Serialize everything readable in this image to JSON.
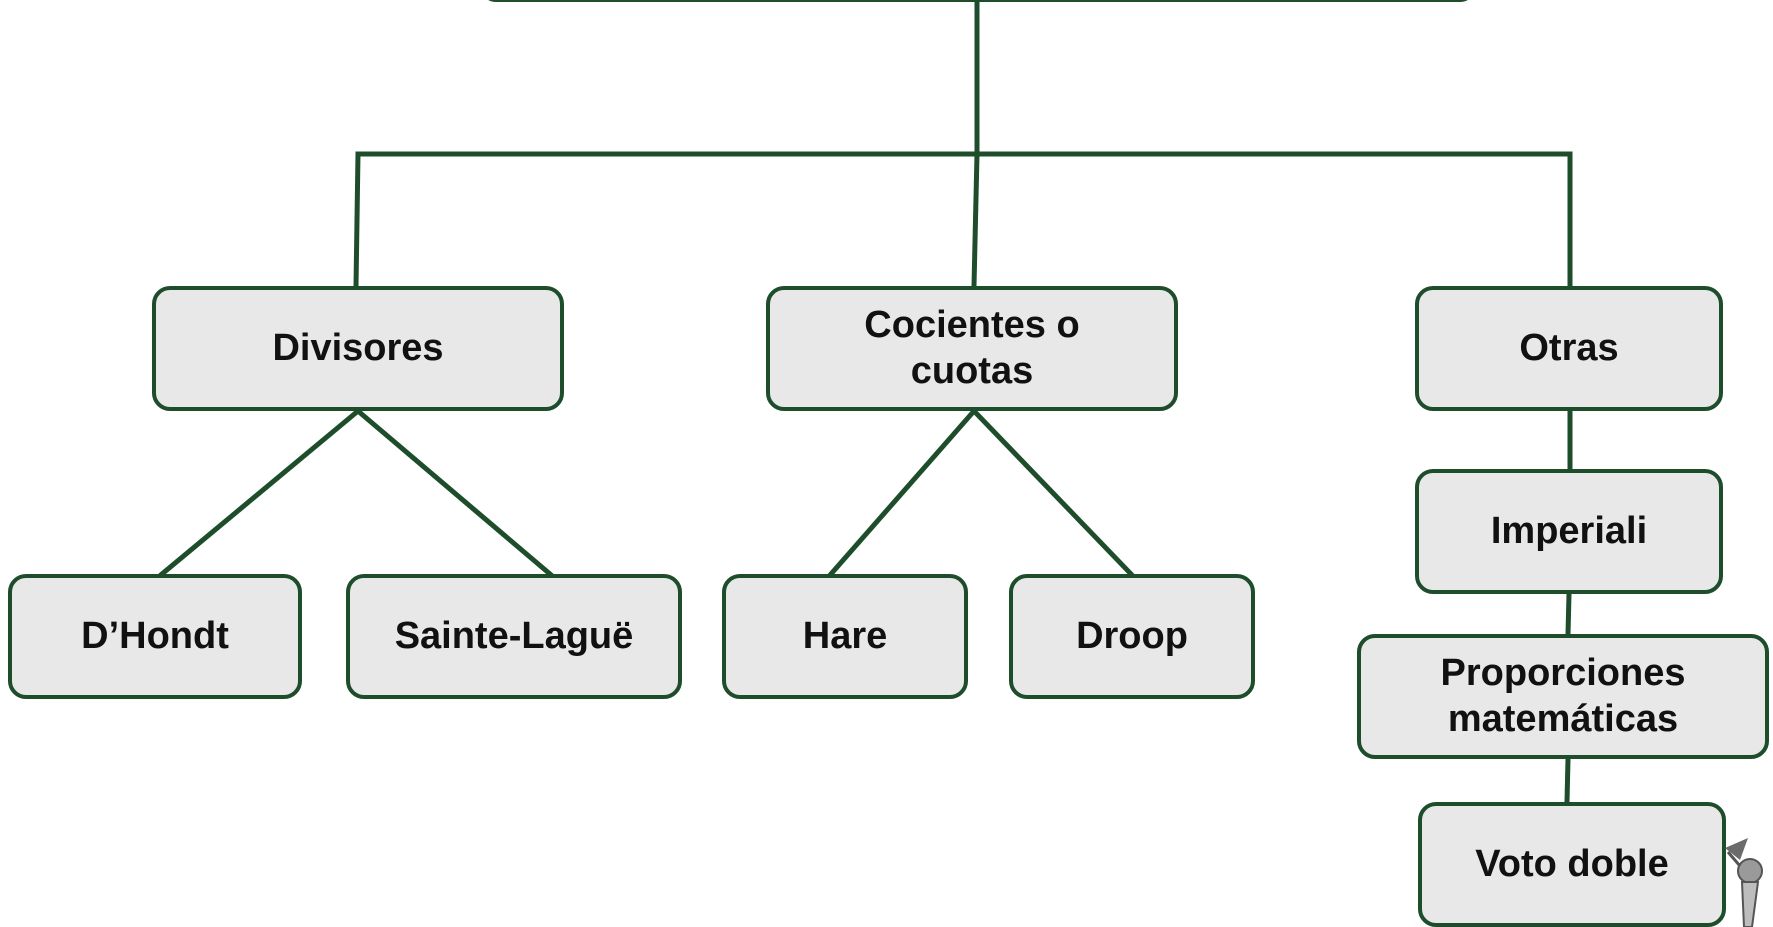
{
  "diagram": {
    "root": {
      "label": ""
    },
    "categories": [
      {
        "id": "divisores",
        "label": "Divisores",
        "children": [
          "D’Hondt",
          "Sainte-Laguë"
        ]
      },
      {
        "id": "cocientes",
        "label": "Cocientes o\ncuotas",
        "children": [
          "Hare",
          "Droop"
        ]
      },
      {
        "id": "otras",
        "label": "Otras",
        "children": [
          "Imperiali",
          "Proporciones\nmatemáticas",
          "Voto doble"
        ]
      }
    ],
    "nodes": {
      "divisores": "Divisores",
      "cocientes": "Cocientes o\ncuotas",
      "otras": "Otras",
      "dhondt": "D’Hondt",
      "sainte": "Sainte-Laguë",
      "hare": "Hare",
      "droop": "Droop",
      "imperiali": "Imperiali",
      "proporciones": "Proporciones\nmatemáticas",
      "voto": "Voto doble"
    },
    "colors": {
      "line": "#1e4d2b",
      "node_fill": "#e8e8e8",
      "text": "#111111"
    }
  },
  "decorations": {
    "corner_icon": "pointer-figure-icon"
  }
}
